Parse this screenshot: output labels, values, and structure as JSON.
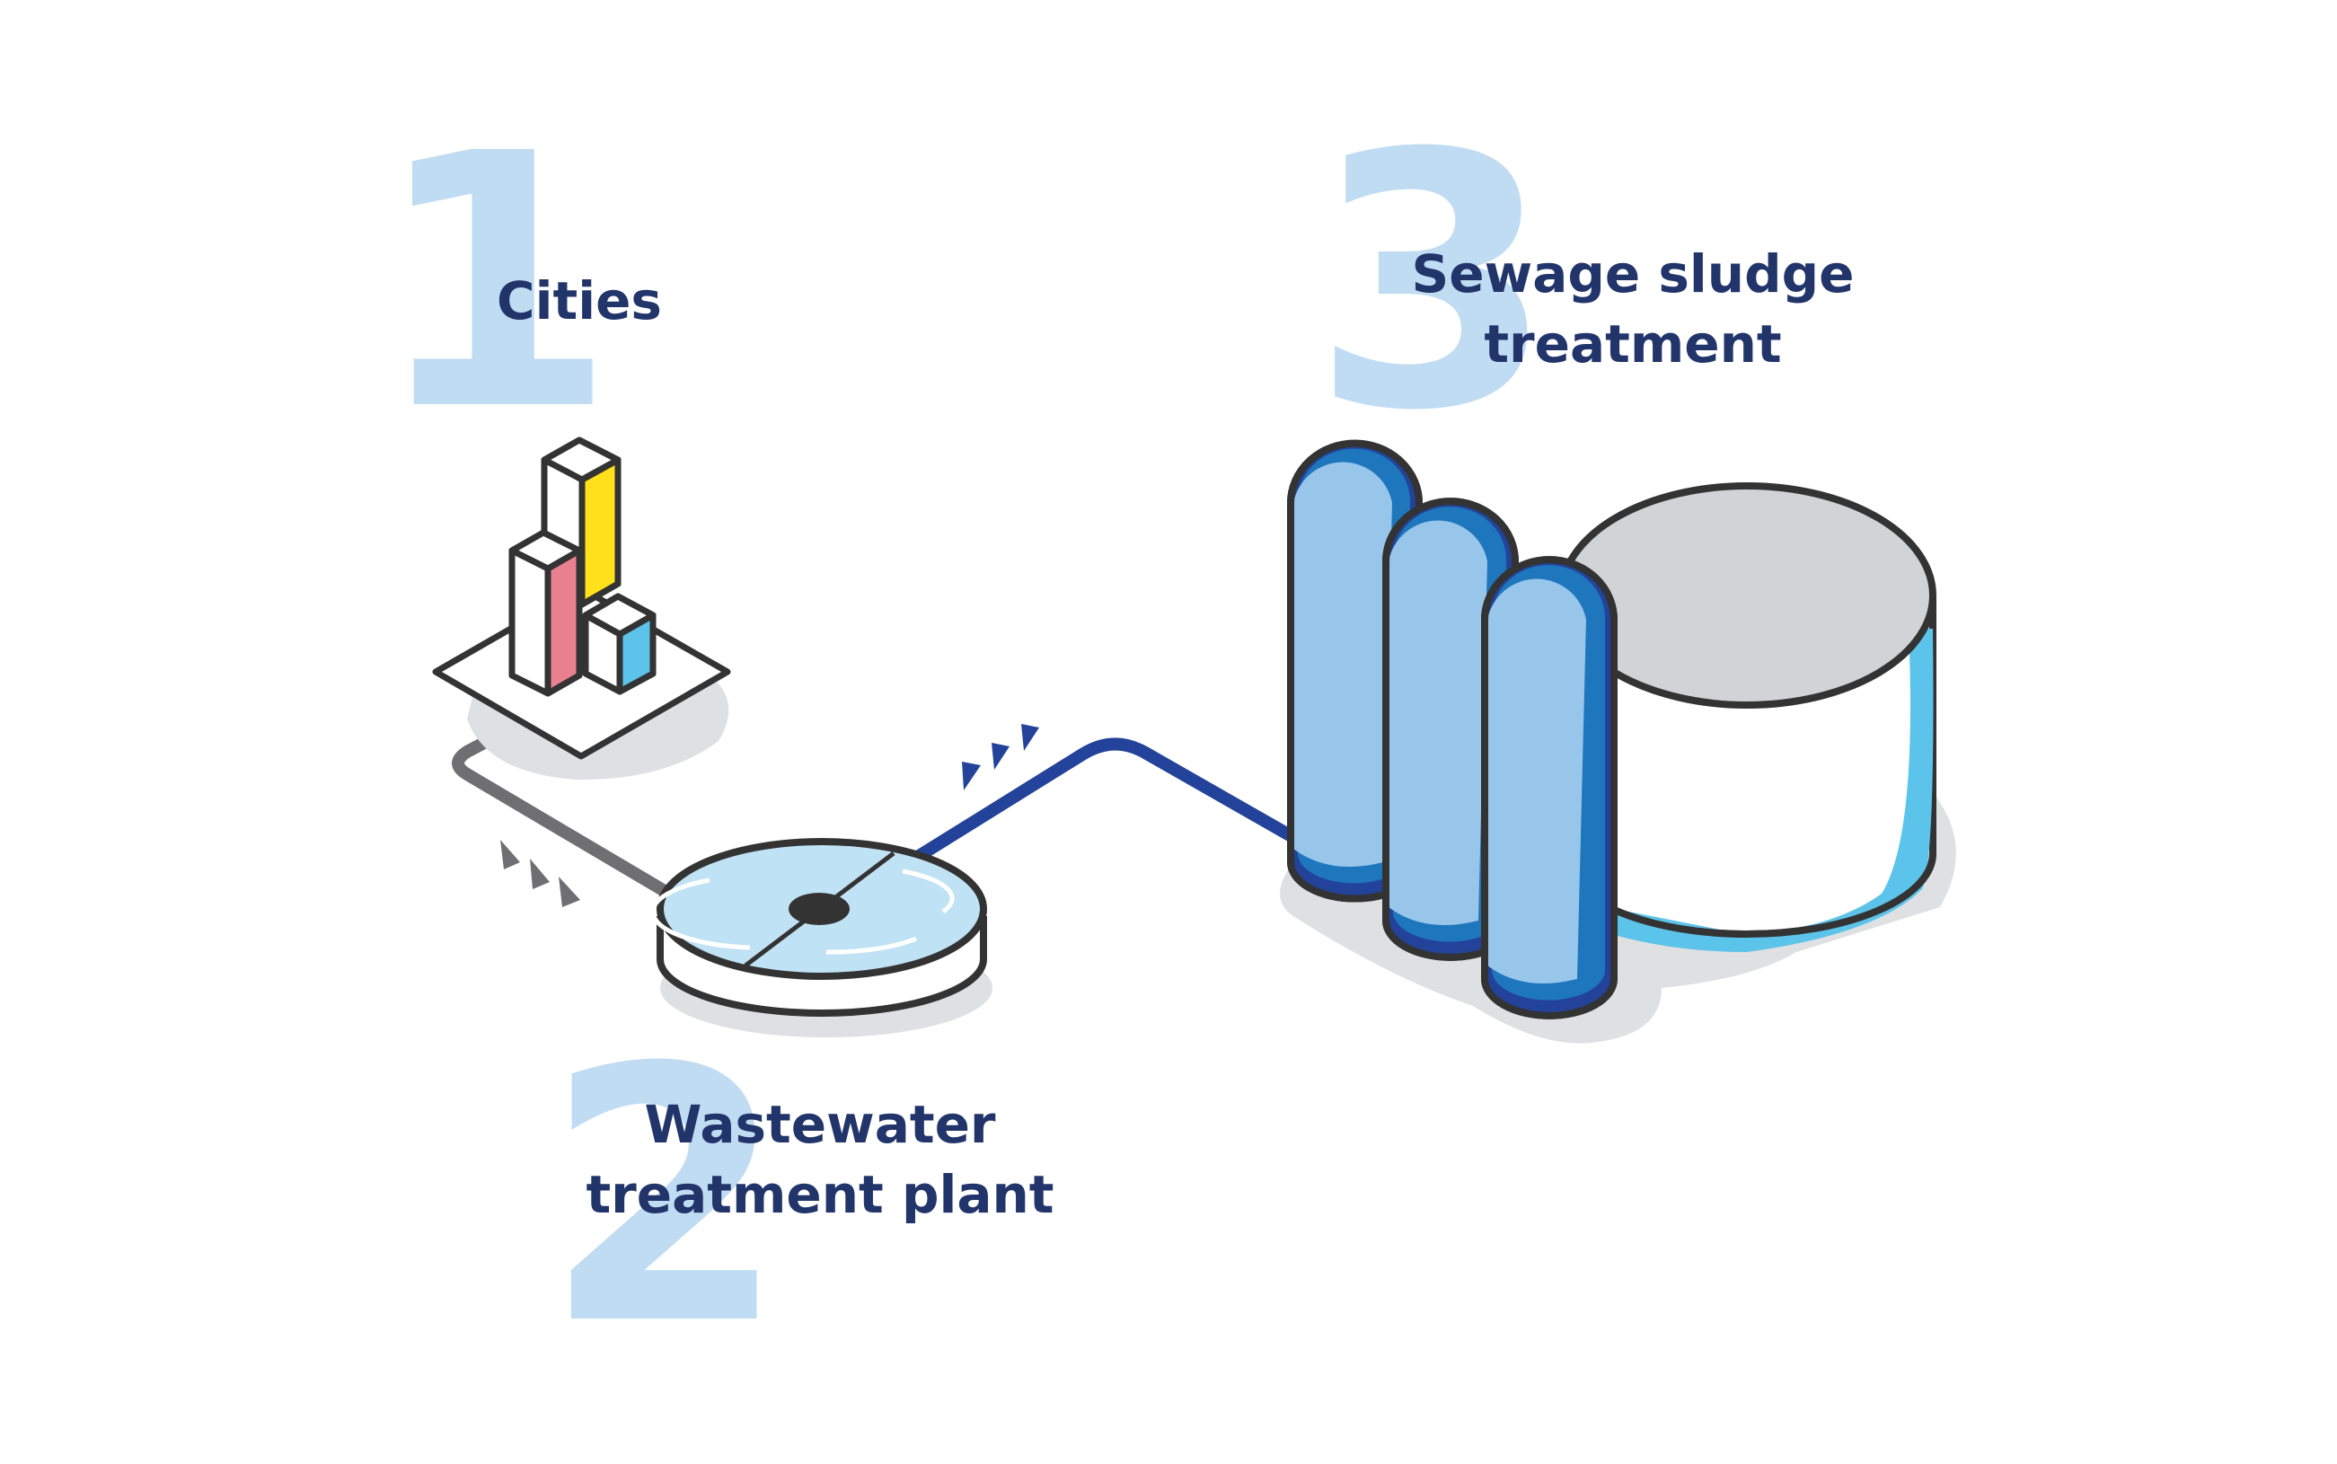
{
  "steps": [
    {
      "number": "1",
      "label": "Cities"
    },
    {
      "number": "2",
      "label_line1": "Wastewater",
      "label_line2": "treatment plant"
    },
    {
      "number": "3",
      "label_line1": "Sewage sludge",
      "label_line2": "treatment"
    }
  ],
  "colors": {
    "numeral": "#c0dcf2",
    "label": "#22356b",
    "outline": "#333333",
    "pipe_gray": "#6f6f72",
    "pipe_blue": "#23439a",
    "water": "#bfe2f5",
    "digester_light": "#98c6ea",
    "digester_dark": "#1e76bd",
    "tank_lid": "#d1d3d4",
    "tank_water": "#5cc3ea",
    "shadow": "#dfe0e2",
    "building_yellow": "#ffe01a",
    "building_pink": "#e8808f",
    "building_cyan": "#5cc3ea"
  }
}
